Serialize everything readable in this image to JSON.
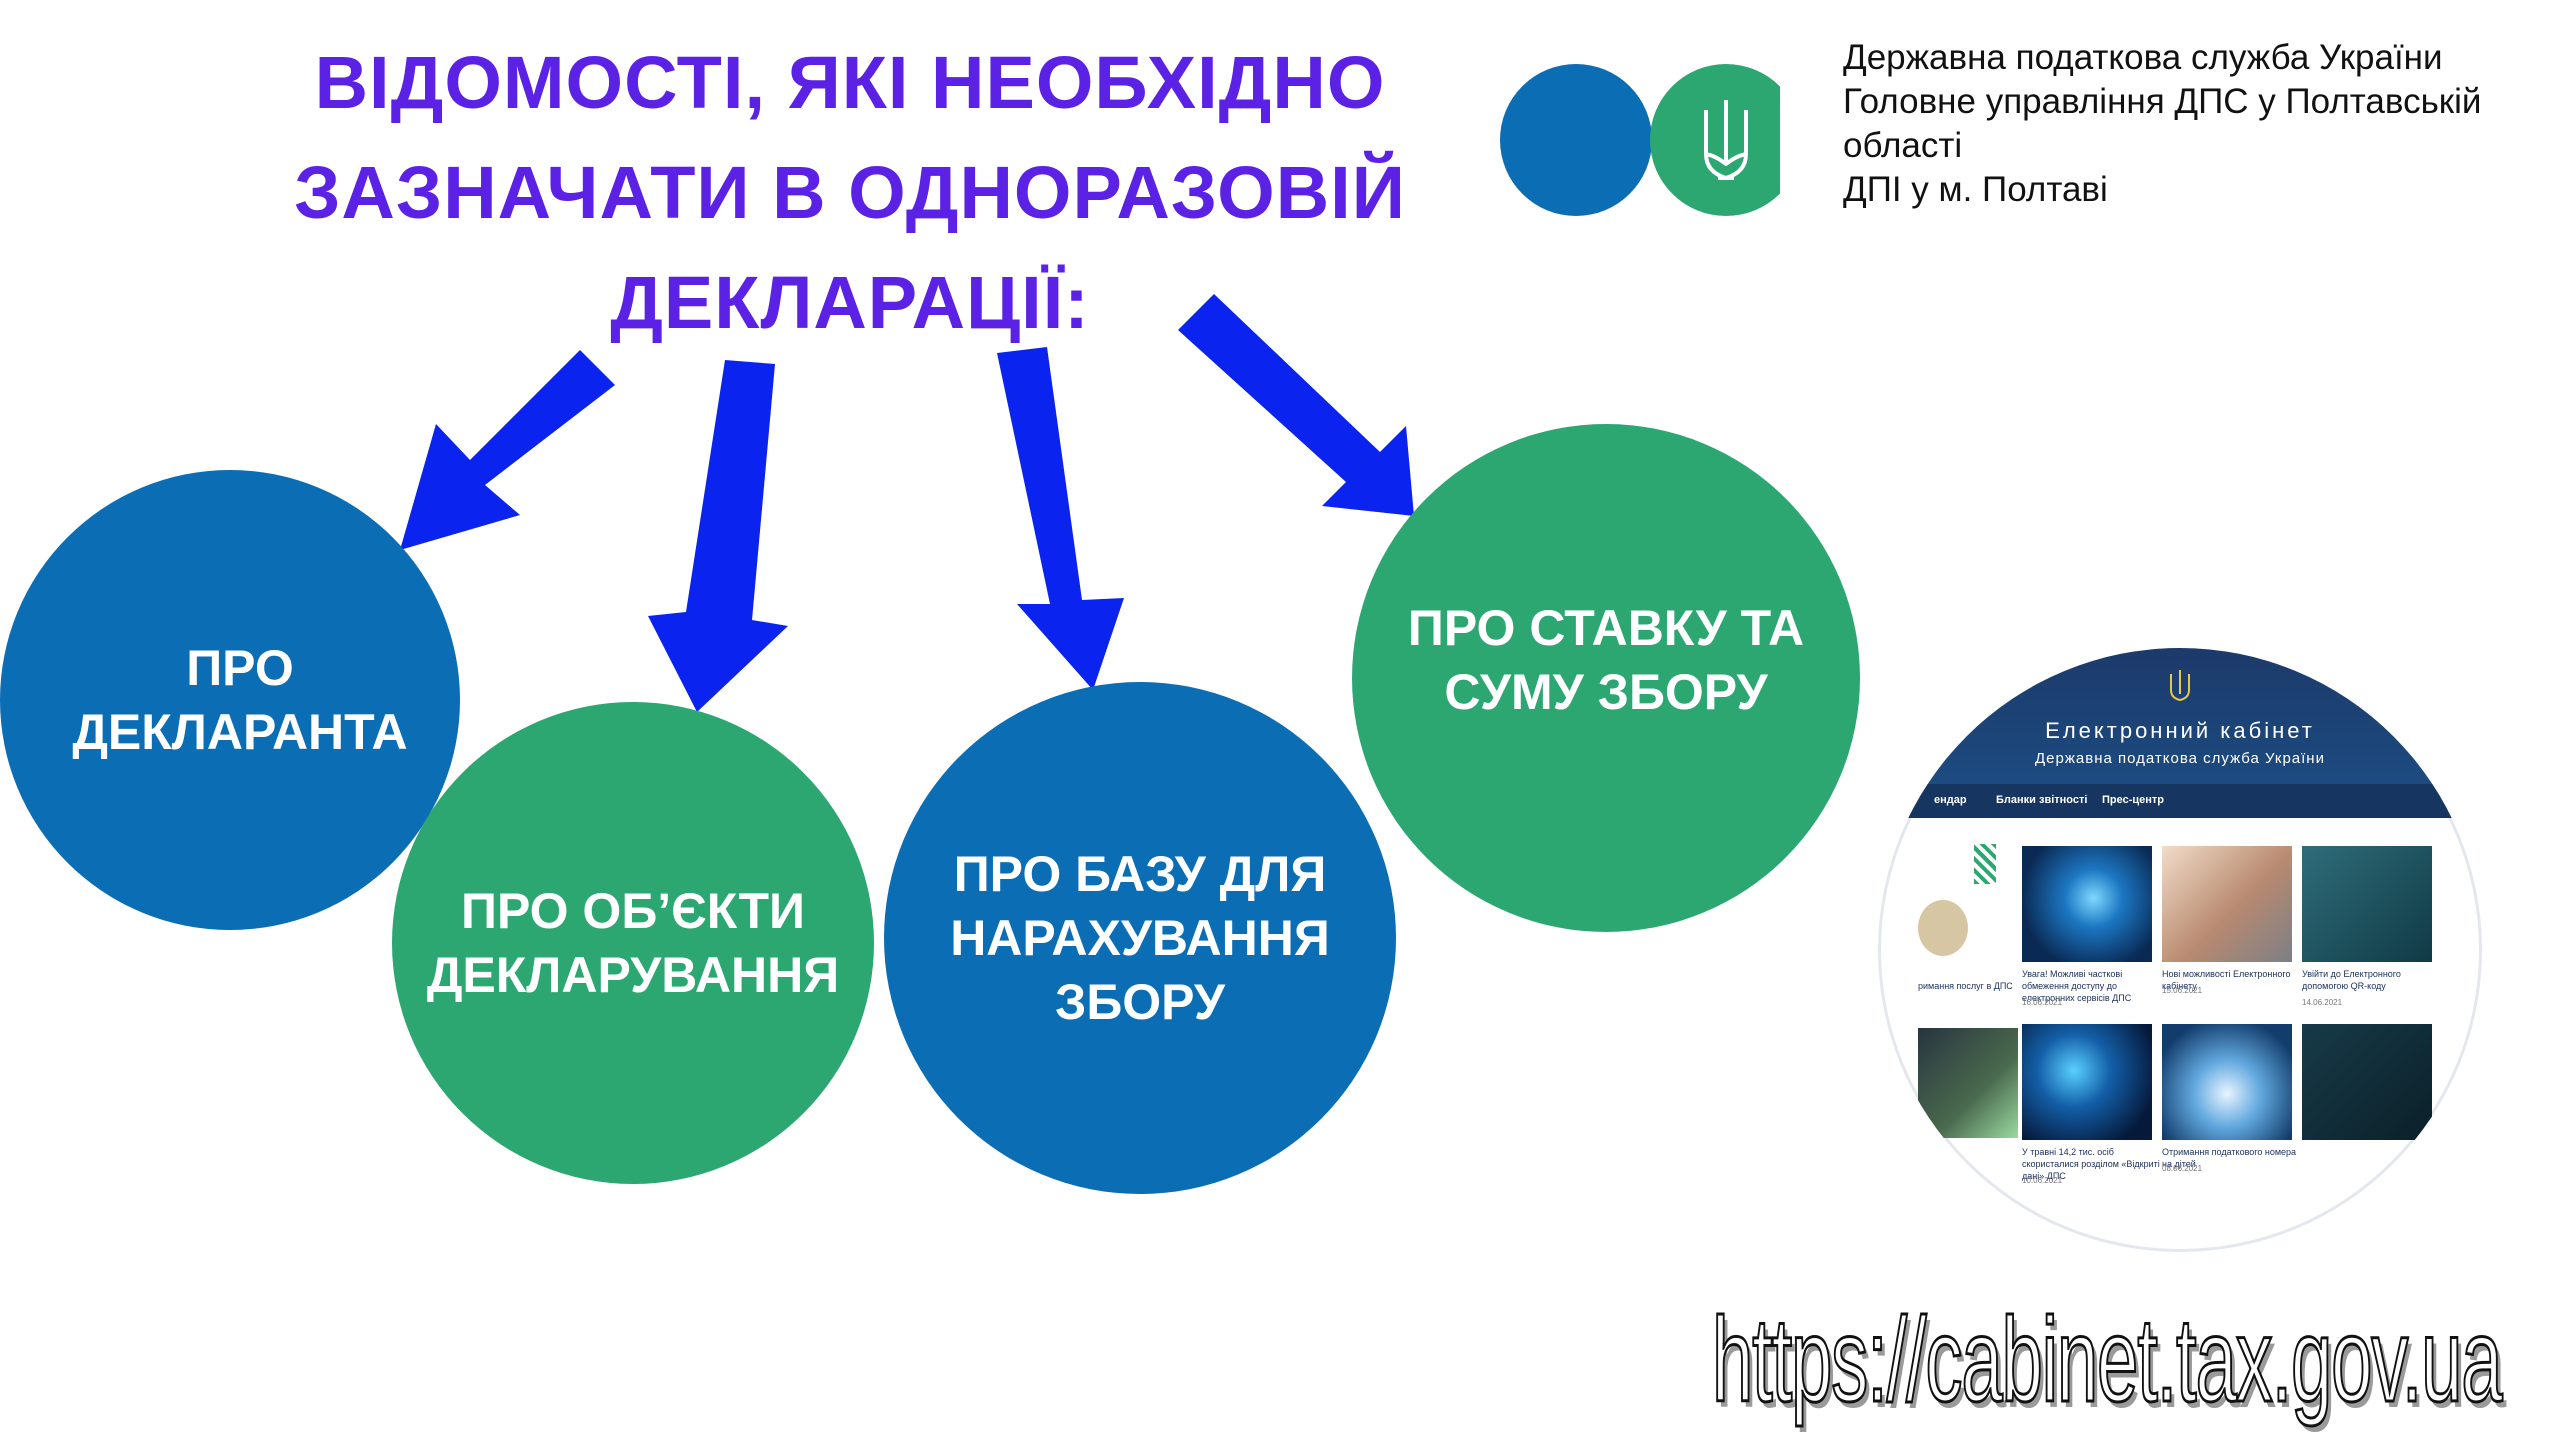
{
  "title": {
    "line1": "ВІДОМОСТІ, ЯКІ НЕОБХІДНО",
    "line2": "ЗАЗНАЧАТИ В ОДНОРАЗОВІЙ",
    "line3": "ДЕКЛАРАЦІЇ:"
  },
  "org": {
    "line1": "Державна податкова служба України",
    "line2": "Головне управління ДПС у Полтавській",
    "line3": "області",
    "line4": "ДПІ у м. Полтаві"
  },
  "circles": [
    {
      "line1": "ПРО",
      "line2": "ДЕКЛАРАНТА",
      "color": "#0b6db4"
    },
    {
      "line1": "ПРО ОБ’ЄКТИ",
      "line2": "ДЕКЛАРУВАННЯ",
      "color": "#2da772"
    },
    {
      "line1": "ПРО БАЗУ ДЛЯ",
      "line2": "НАРАХУВАННЯ",
      "line3": "ЗБОРУ",
      "color": "#0b6db4"
    },
    {
      "line1": "ПРО СТАВКУ ТА",
      "line2": "СУМУ ЗБОРУ",
      "color": "#2da772"
    }
  ],
  "cabinet": {
    "title": "Електронний кабінет",
    "subtitle": "Державна податкова служба України",
    "nav": [
      "ендар",
      "Бланки звітності",
      "Прес-центр"
    ],
    "left_caption": "римання послуг в ДПС",
    "news": [
      {
        "caption": "Увага! Можливі часткові обмеження доступу до електронних сервісів ДПС",
        "date": "16.06.2021"
      },
      {
        "caption": "Нові можливості Електронного кабінету",
        "date": "15.06.2021"
      },
      {
        "caption": "Увійти до Електронного допомогою QR-коду",
        "date": "14.06.2021"
      },
      {
        "caption": "У травні 14,2 тис. осіб скористалися розділом «Відкриті дані» ДПС",
        "date": "10.06.2021"
      },
      {
        "caption": "Отримання податкового номера на дітей",
        "date": "08.06.2021"
      }
    ]
  },
  "url": "https://cabinet.tax.gov.ua",
  "colors": {
    "title": "#5b22e6",
    "arrow": "#0a23ee",
    "blue": "#0b6db4",
    "green": "#2da772"
  }
}
